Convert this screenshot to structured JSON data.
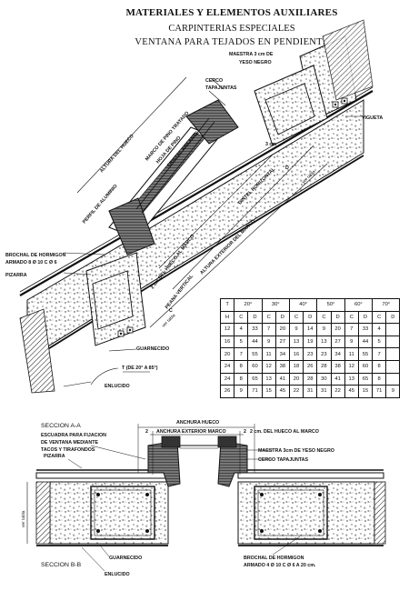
{
  "header": {
    "title": "MATERIALES Y ELEMENTOS AUXILIARES",
    "subtitle": "CARPINTERIAS ESPECIALES",
    "heading": "VENTANA PARA TEJADOS EN PENDIENTE"
  },
  "top_labels": {
    "maestra": "MAESTRA 3 cm DE",
    "yeso": "YESO NEGRO",
    "cerco1": "CERCO",
    "cerco2": "TAPAJUNTAS",
    "vigueta": "VIGUETA",
    "altura_hueco": "ALTURA DEL HUECO",
    "marco_pino": "MARCO DE PINO TRATADO",
    "hoja_pino": "HOJA DE PINO",
    "cristal": "CRISTAL AISLANTE",
    "dintel": "DINTEL HORIZONTAL",
    "d": "D",
    "ver_tabla": "ver tabla",
    "perfil": "PERFIL DE ALUMINIO",
    "brochal1": "BROCHAL DE HORMIGON",
    "brochal2": "ARMADO  8 Ø 10 C Ø 6",
    "pizarra": "PIZARRA",
    "dos_cm": "2 cm DEL HUECO AL MARCO",
    "altura_ext": "ALTURA EXTERIOR DEL MARCO",
    "peana": "PEANA VERTICAL",
    "c": "C",
    "ver_tabla2": "ver tabla",
    "guarnecido": "GUARNECIDO",
    "t_label": "T (DE 20° A 85°)",
    "enlucido": "ENLUCIDO",
    "three_cm": "3 cm"
  },
  "table": {
    "header": [
      "T",
      "20°",
      "30°",
      "40°",
      "50°",
      "60°",
      "70°"
    ],
    "subheader": [
      "H",
      "C",
      "D",
      "C",
      "D",
      "C",
      "D",
      "C",
      "D",
      "C",
      "D",
      "C",
      "D"
    ],
    "rows": [
      [
        "12",
        "4",
        "33",
        "7",
        "20",
        "9",
        "14",
        "9",
        "20",
        "7",
        "33",
        "4"
      ],
      [
        "16",
        "5",
        "44",
        "9",
        "27",
        "13",
        "19",
        "13",
        "27",
        "9",
        "44",
        "5"
      ],
      [
        "20",
        "7",
        "55",
        "11",
        "34",
        "16",
        "23",
        "23",
        "34",
        "11",
        "55",
        "7"
      ],
      [
        "24",
        "8",
        "60",
        "12",
        "38",
        "18",
        "26",
        "28",
        "38",
        "12",
        "60",
        "8"
      ],
      [
        "24",
        "8",
        "65",
        "13",
        "41",
        "20",
        "28",
        "30",
        "41",
        "13",
        "65",
        "8"
      ],
      [
        "26",
        "9",
        "71",
        "15",
        "45",
        "22",
        "31",
        "31",
        "22",
        "45",
        "15",
        "71",
        "9"
      ]
    ]
  },
  "bottom_labels": {
    "seccion_aa": "SECCION A-A",
    "escuadra1": "ESCUADRA PARA FIJACION",
    "escuadra2": "DE VENTANA MEDIANTE",
    "escuadra3": "TACOS Y TIRAFONDOS",
    "anchura_hueco": "ANCHURA HUECO",
    "anchura_ext": "ANCHURA EXTERIOR MARCO",
    "dos_cm_b": "2 cm. DEL HUECO AL MARCO",
    "dos1": "2",
    "dos2": "2",
    "maestra_b": "MAESTRA 3cm DE YESO NEGRO",
    "cerco_b": "CERCO TAPAJUNTAS",
    "pizarra_b": "PIZARRA",
    "ver_tabla_b": "ver tabla",
    "guarnecido_b": "GUARNECIDO",
    "seccion_bb": "SECCION B-B",
    "enlucido_b": "ENLUCIDO",
    "brochal_b1": "BROCHAL DE HORMIGON",
    "brochal_b2": "ARMADO  4 Ø 10 C Ø 6 A 20 cm."
  }
}
